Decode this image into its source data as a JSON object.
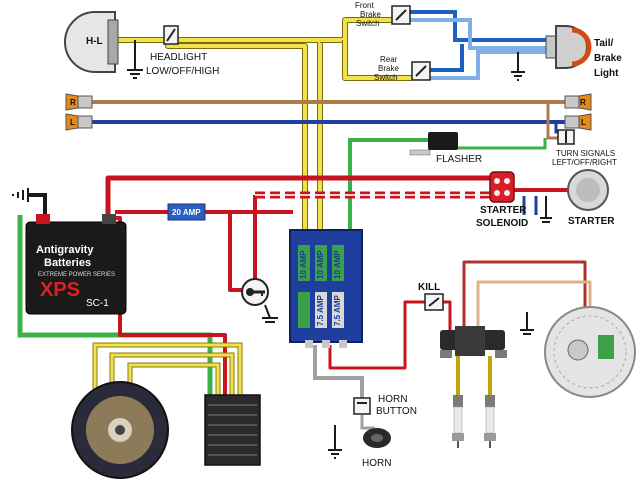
{
  "labels": {
    "headlight_hl": "H-L",
    "headlight_switch_1": "HEADLIGHT",
    "headlight_switch_2": "LOW/OFF/HIGH",
    "front_brake_1": "Front",
    "front_brake_2": "Brake",
    "front_brake_3": "Switch",
    "rear_brake_1": "Rear",
    "rear_brake_2": "Brake",
    "rear_brake_3": "Switch",
    "tail_1": "Tail/",
    "tail_2": "Brake",
    "tail_3": "Light",
    "turn_r": "R",
    "turn_l": "L",
    "flasher": "FLASHER",
    "turn_signals_1": "TURN SIGNALS",
    "turn_signals_2": "LEFT/OFF/RIGHT",
    "fuse_main": "20 AMP",
    "starter_solenoid_1": "STARTER",
    "starter_solenoid_2": "SOLENOID",
    "starter": "STARTER",
    "kill": "KILL",
    "horn_button_1": "HORN",
    "horn_button_2": "BUTTON",
    "horn": "HORN",
    "fuse_1": "10 AMP",
    "fuse_2": "10 AMP",
    "fuse_3": "10 AMP",
    "fuse_4": "7.5 AMP",
    "fuse_5": "7.5 AMP",
    "battery_brand_1": "Antigravity",
    "battery_brand_2": "Batteries",
    "battery_series": "EXTREME POWER SERIES",
    "battery_model_1": "XPS",
    "battery_model_2": "SC-1"
  },
  "colors": {
    "yellow": "#f2e24a",
    "red": "#c8141e",
    "blue": "#1f5fbf",
    "green": "#3cb14a",
    "brown": "#b07a4a",
    "grey": "#a0a0a0",
    "black": "#1a1a1a",
    "tan": "#d8b48a"
  }
}
